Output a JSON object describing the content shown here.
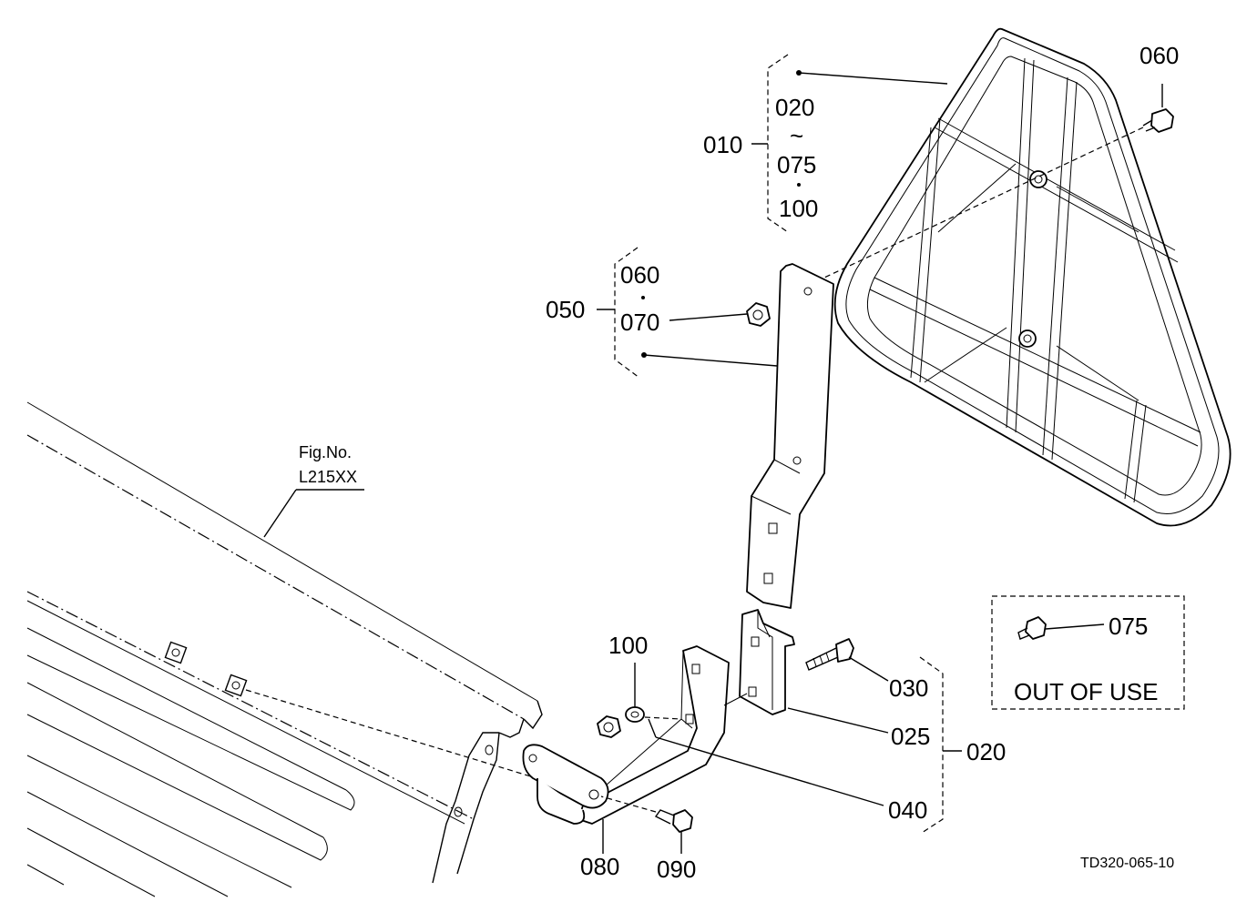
{
  "labels": {
    "p010": "010",
    "p020_top": "020",
    "tilde": "~",
    "p075_top": "075",
    "p100_top": "100",
    "p060_top": "060",
    "p050": "050",
    "p060_mid": "060",
    "p070": "070",
    "p100": "100",
    "p030": "030",
    "p025": "025",
    "p020_side": "020",
    "p040": "040",
    "p080": "080",
    "p090": "090",
    "p075_box": "075"
  },
  "fig_ref": {
    "line1": "Fig.No.",
    "line2": "L215XX"
  },
  "out_of_use": "OUT OF USE",
  "drawing_code": "TD320-065-10"
}
